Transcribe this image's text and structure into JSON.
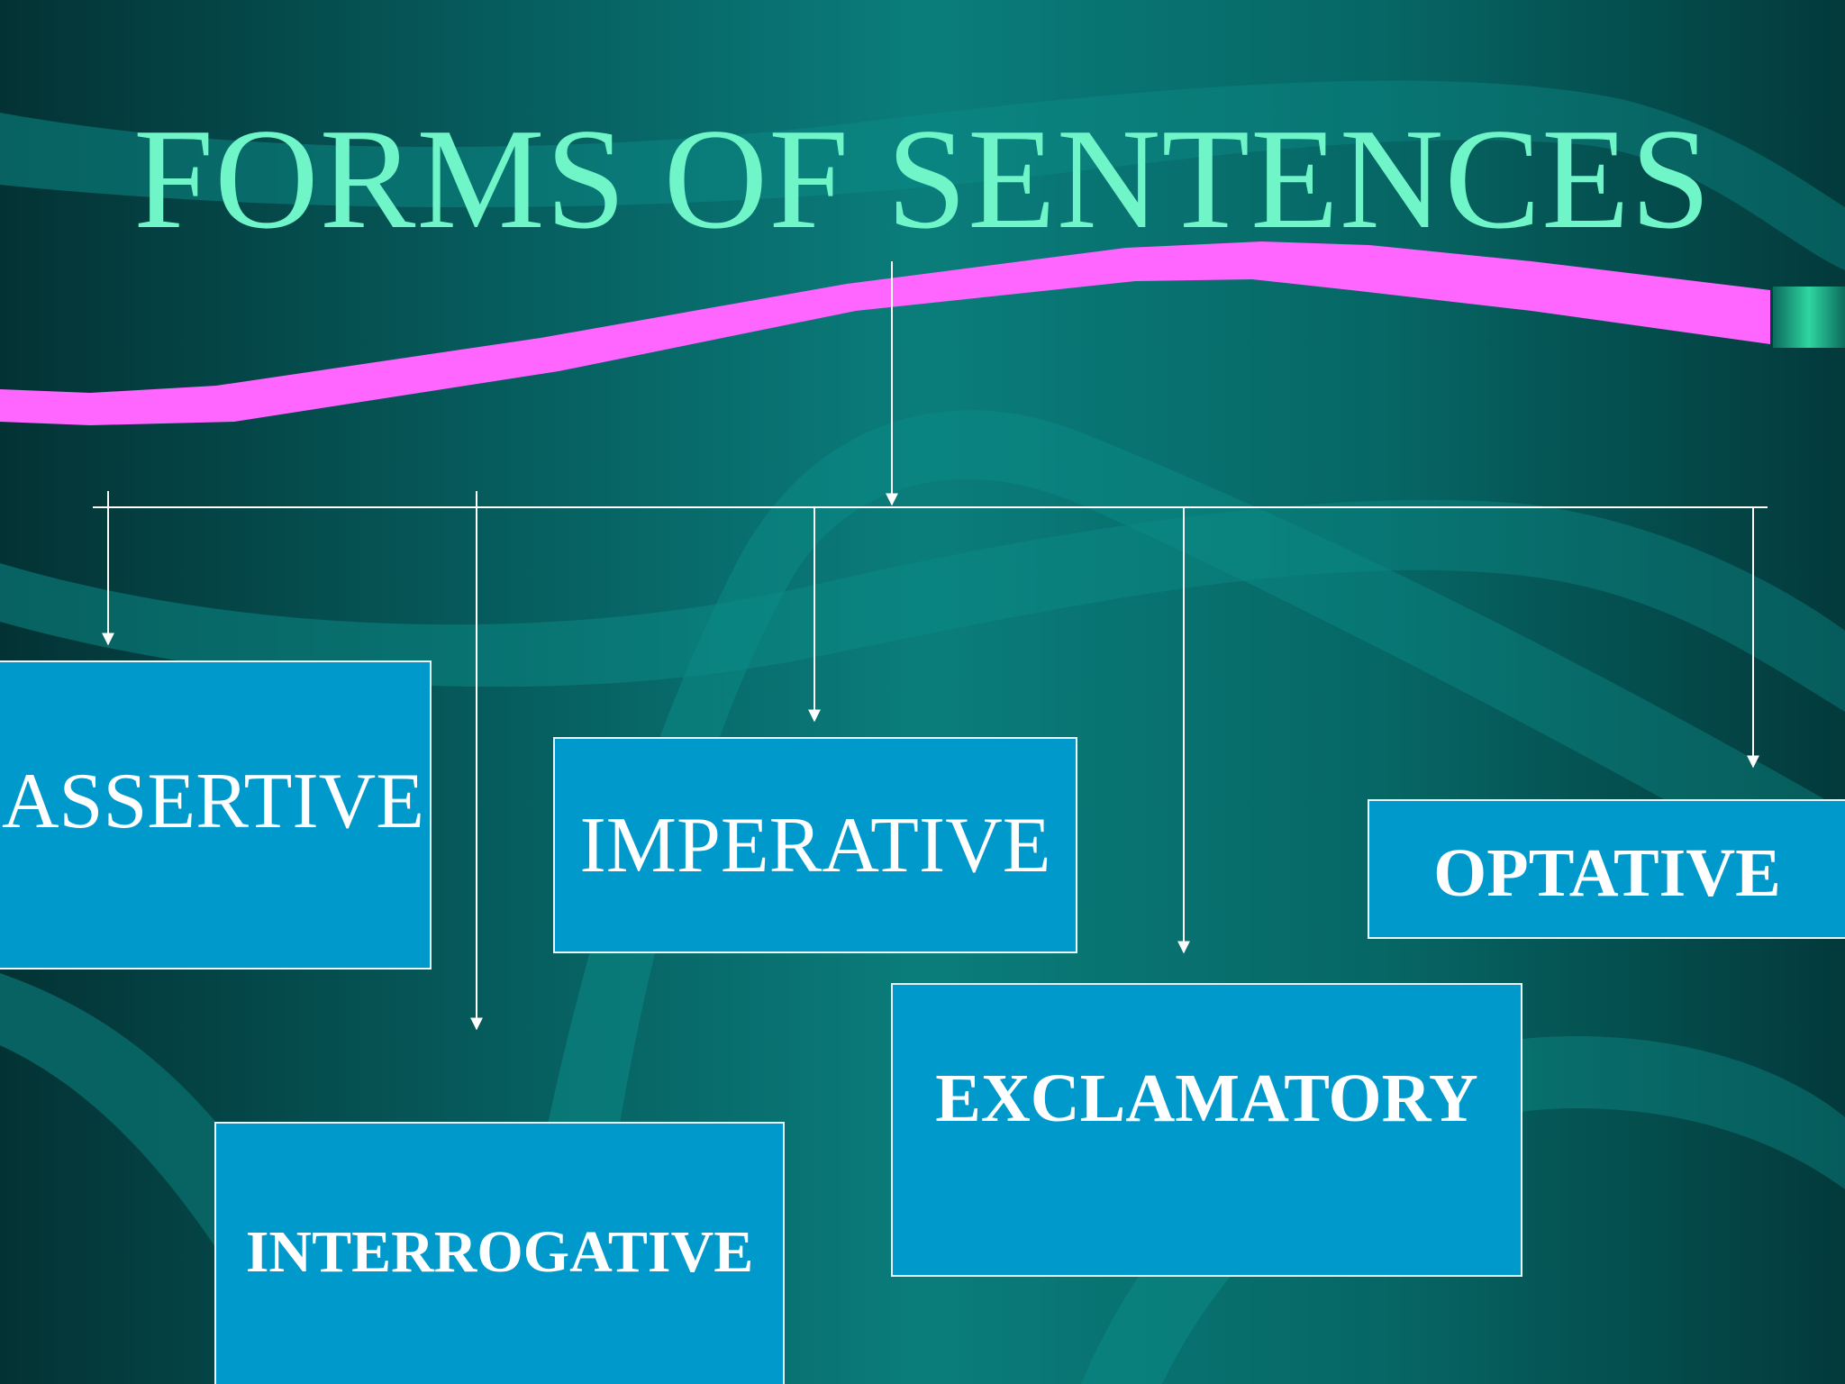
{
  "title": "FORMS OF SENTENCES",
  "colors": {
    "title": "#6ff5c8",
    "accent_stripe": "#ff66ff",
    "box_fill": "#0099cc",
    "box_border": "#e6f6ff",
    "connector": "#ffffff"
  },
  "categories": [
    {
      "label": "ASSERTIVE",
      "bold": false
    },
    {
      "label": "INTERROGATIVE",
      "bold": true
    },
    {
      "label": "IMPERATIVE",
      "bold": false
    },
    {
      "label": "EXCLAMATORY",
      "bold": true
    },
    {
      "label": "OPTATIVE",
      "bold": true
    }
  ]
}
